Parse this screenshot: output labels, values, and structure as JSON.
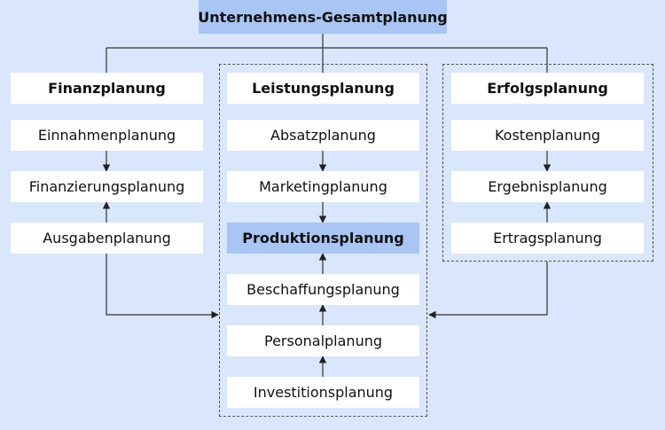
{
  "top": {
    "label": "Unternehmens-Gesamtplanung"
  },
  "columns": {
    "finanz": {
      "header": "Finanzplanung",
      "items": [
        "Einnahmenplanung",
        "Finanzierungsplanung",
        "Ausgabenplanung"
      ]
    },
    "leistung": {
      "header": "Leistungsplanung",
      "items": [
        "Absatzplanung",
        "Marketingplanung",
        "Produktionsplanung",
        "Beschaffungsplanung",
        "Personalplanung",
        "Investitionsplanung"
      ]
    },
    "erfolg": {
      "header": "Erfolgsplanung",
      "items": [
        "Kostenplanung",
        "Ergebnisplanung",
        "Ertragsplanung"
      ]
    }
  },
  "colors": {
    "background": "#d9e6fb",
    "box": "#ffffff",
    "highlight": "#a9c5f3",
    "line": "#333333",
    "dashed_border": "#555555"
  }
}
